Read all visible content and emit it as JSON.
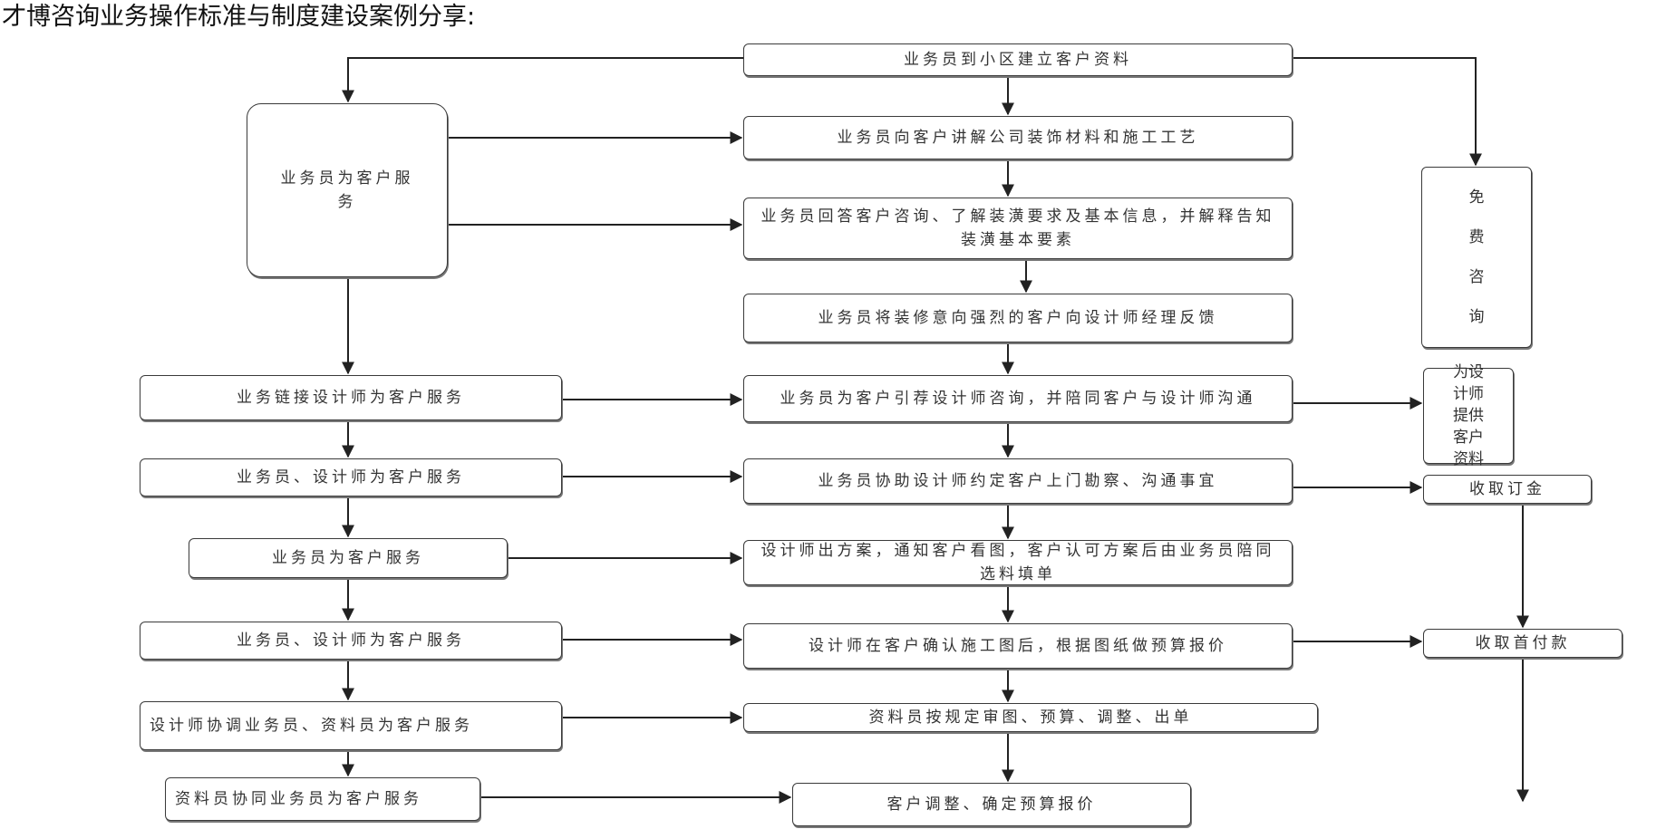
{
  "title": "才博咨询业务操作标准与制度建设案例分享:",
  "center": {
    "c1": "业务员到小区建立客户资料",
    "c2": "业务员向客户讲解公司装饰材料和施工工艺",
    "c3": "业务员回答客户咨询、了解装潢要求及基本信息，并解释告知装潢基本要素",
    "c4": "业务员将装修意向强烈的客户向设计师经理反馈",
    "c5": "业务员为客户引荐设计师咨询，并陪同客户与设计师沟通",
    "c6": "业务员协助设计师约定客户上门勘察、沟通事宜",
    "c7": "设计师出方案，通知客户看图，客户认可方案后由业务员陪同选料填单",
    "c8": "设计师在客户确认施工图后，根据图纸做预算报价",
    "c9": "资料员按规定审图、预算、调整、出单",
    "c10": "客户调整、确定预算报价"
  },
  "left": {
    "l0": "业务员为客户服务",
    "l1": "业务链接设计师为客户服务",
    "l2": "业务员、设计师为客户服务",
    "l3": "业务员为客户服务",
    "l4": "业务员、设计师为客户服务",
    "l5": "设计师协调业务员、资料员为客户服务",
    "l6": "资料员协同业务员为客户服务"
  },
  "right": {
    "r1": "免费咨询",
    "r2": "为设计师提供客户资料",
    "r3": "收取订金",
    "r4": "收取首付款"
  }
}
